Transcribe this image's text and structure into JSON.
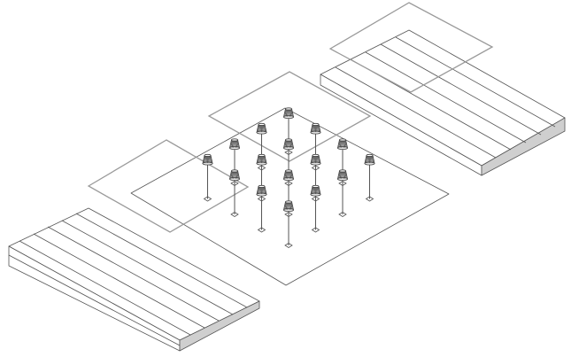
{
  "scene": {
    "kind": "isometric-line-drawing",
    "components": [
      "stepped-platform",
      "ground-plane",
      "floating-panel",
      "lamp-grid"
    ]
  },
  "lamp_grid": {
    "rows": 4,
    "cols": 4,
    "lamps": [
      {
        "name": "lamp-r1-c1"
      },
      {
        "name": "lamp-r1-c2"
      },
      {
        "name": "lamp-r1-c3"
      },
      {
        "name": "lamp-r1-c4"
      },
      {
        "name": "lamp-r2-c1"
      },
      {
        "name": "lamp-r2-c2"
      },
      {
        "name": "lamp-r2-c3"
      },
      {
        "name": "lamp-r2-c4"
      },
      {
        "name": "lamp-r3-c1"
      },
      {
        "name": "lamp-r3-c2"
      },
      {
        "name": "lamp-r3-c3"
      },
      {
        "name": "lamp-r3-c4"
      },
      {
        "name": "lamp-r4-c1"
      },
      {
        "name": "lamp-r4-c2"
      },
      {
        "name": "lamp-r4-c3"
      },
      {
        "name": "lamp-r4-c4"
      }
    ]
  },
  "colors": {
    "line": "#555555",
    "overlay": "#9a9a9a",
    "shade": "#cfcfcf",
    "background": "#ffffff"
  }
}
